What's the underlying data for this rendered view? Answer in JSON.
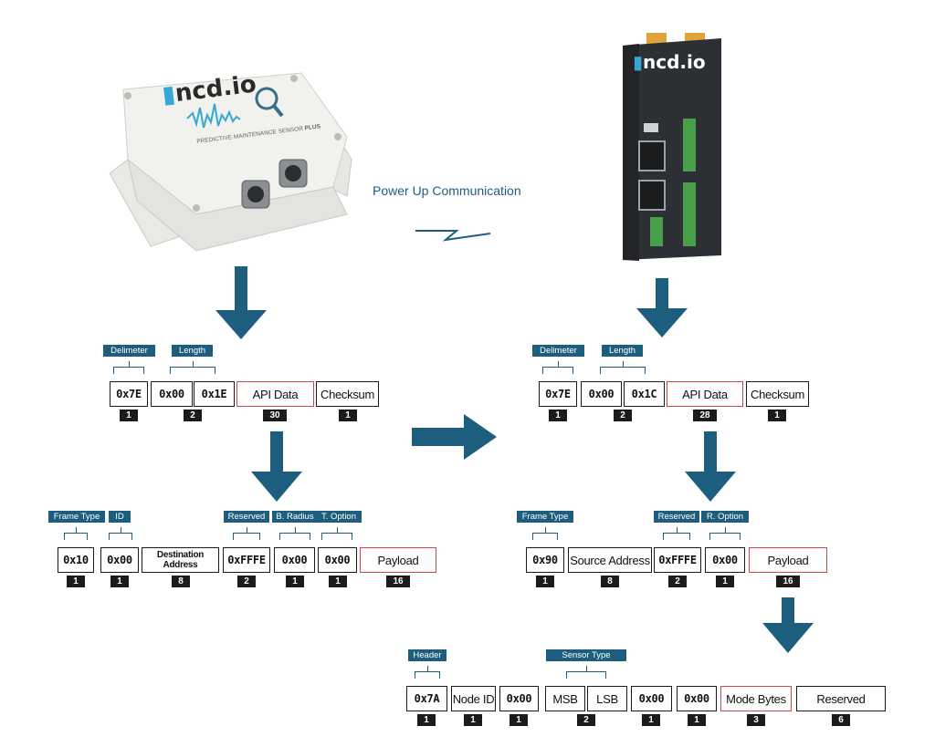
{
  "title": "Power Up Communication",
  "brand": "ncd.io",
  "sensor_text": {
    "product": "PREDICTIVE MAINTENANCE SENSOR",
    "plus": "PLUS"
  },
  "colors": {
    "accent": "#1d5e7e",
    "red_border": "#d9434b",
    "badge": "#1b1b1b",
    "led_green": "#4aa04a"
  },
  "left_frame": {
    "boxes": [
      "0x7E",
      "0x00",
      "0x1E",
      "API Data",
      "Checksum"
    ],
    "counts": [
      "1",
      "2",
      "30",
      "1"
    ],
    "labels": [
      "Delimeter",
      "Length"
    ]
  },
  "left_api": {
    "boxes": [
      "0x10",
      "0x00",
      "Destination Address",
      "0xFFFE",
      "0x00",
      "0x00",
      "Payload"
    ],
    "counts": [
      "1",
      "1",
      "8",
      "2",
      "1",
      "1",
      "16"
    ],
    "labels": [
      "Frame Type",
      "ID",
      "Reserved",
      "B. Radius",
      "T. Option"
    ]
  },
  "right_frame": {
    "boxes": [
      "0x7E",
      "0x00",
      "0x1C",
      "API Data",
      "Checksum"
    ],
    "counts": [
      "1",
      "2",
      "28",
      "1"
    ],
    "labels": [
      "Delimeter",
      "Length"
    ]
  },
  "right_api": {
    "boxes": [
      "0x90",
      "Source Address",
      "0xFFFE",
      "0x00",
      "Payload"
    ],
    "counts": [
      "1",
      "8",
      "2",
      "1",
      "16"
    ],
    "labels": [
      "Frame Type",
      "Reserved",
      "R. Option"
    ]
  },
  "payload": {
    "boxes": [
      "0x7A",
      "Node ID",
      "0x00",
      "MSB",
      "LSB",
      "0x00",
      "0x00",
      "Mode Bytes",
      "Reserved"
    ],
    "counts": [
      "1",
      "1",
      "1",
      "2",
      "1",
      "1",
      "3",
      "6"
    ],
    "labels": [
      "Header",
      "Sensor Type"
    ]
  }
}
